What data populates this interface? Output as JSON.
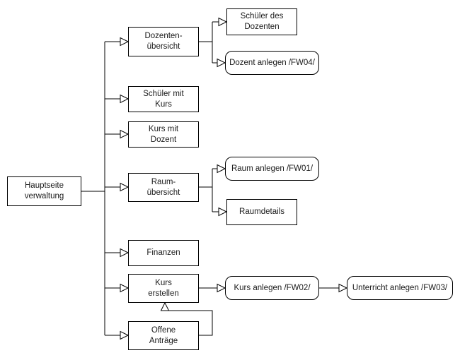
{
  "diagram": {
    "type": "flowchart-sitemap",
    "colors": {
      "node_border": "#000000",
      "node_fill": "#ffffff",
      "connector": "#000000",
      "background": "#ffffff"
    },
    "nodes": {
      "root": {
        "label": "Hauptseite\nverwaltung",
        "shape": "rect"
      },
      "dozenten_uebersicht": {
        "label": "Dozenten-\nübersicht",
        "shape": "rect"
      },
      "schueler_des_dozenten": {
        "label": "Schüler des\nDozenten",
        "shape": "rect"
      },
      "dozent_anlegen": {
        "label": "Dozent anlegen /FW04/",
        "shape": "rounded"
      },
      "schueler_mit_kurs": {
        "label": "Schüler mit\nKurs",
        "shape": "rect"
      },
      "kurs_mit_dozent": {
        "label": "Kurs mit\nDozent",
        "shape": "rect"
      },
      "raum_uebersicht": {
        "label": "Raum-\nübersicht",
        "shape": "rect"
      },
      "raum_anlegen": {
        "label": "Raum anlegen /FW01/",
        "shape": "rounded"
      },
      "raumdetails": {
        "label": "Raumdetails",
        "shape": "rect"
      },
      "finanzen": {
        "label": "Finanzen",
        "shape": "rect"
      },
      "kurs_erstellen": {
        "label": "Kurs\nerstellen",
        "shape": "rect"
      },
      "kurs_anlegen": {
        "label": "Kurs anlegen /FW02/",
        "shape": "rounded"
      },
      "unterricht_anlegen": {
        "label": "Unterricht anlegen /FW03/",
        "shape": "rounded"
      },
      "offene_antraege": {
        "label": "Offene\nAnträge",
        "shape": "rect"
      }
    },
    "edges": [
      {
        "from": "root",
        "to": "dozenten_uebersicht"
      },
      {
        "from": "root",
        "to": "schueler_mit_kurs"
      },
      {
        "from": "root",
        "to": "kurs_mit_dozent"
      },
      {
        "from": "root",
        "to": "raum_uebersicht"
      },
      {
        "from": "root",
        "to": "finanzen"
      },
      {
        "from": "root",
        "to": "kurs_erstellen"
      },
      {
        "from": "root",
        "to": "offene_antraege"
      },
      {
        "from": "dozenten_uebersicht",
        "to": "schueler_des_dozenten"
      },
      {
        "from": "dozenten_uebersicht",
        "to": "dozent_anlegen"
      },
      {
        "from": "raum_uebersicht",
        "to": "raum_anlegen"
      },
      {
        "from": "raum_uebersicht",
        "to": "raumdetails"
      },
      {
        "from": "kurs_erstellen",
        "to": "kurs_anlegen"
      },
      {
        "from": "kurs_anlegen",
        "to": "unterricht_anlegen"
      },
      {
        "from": "offene_antraege",
        "to": "kurs_erstellen"
      }
    ]
  }
}
